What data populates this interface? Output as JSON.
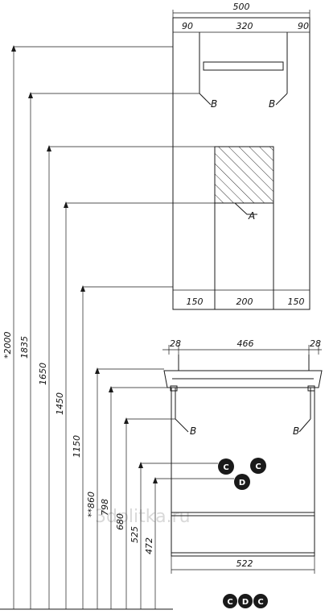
{
  "mirror_dims": {
    "total": "500",
    "left": "90",
    "middle": "320",
    "right": "90"
  },
  "panel_dims": {
    "left": "150",
    "middle": "200",
    "right": "150"
  },
  "cabinet_dims": {
    "left": "28",
    "middle": "466",
    "right": "28",
    "bottom": "522"
  },
  "heights": [
    "*2000",
    "1835",
    "1650",
    "1450",
    "1150",
    "**860",
    "798",
    "680",
    "525",
    "472"
  ],
  "labels": {
    "a": "A",
    "b": "B",
    "c": "C",
    "d": "D"
  },
  "watermark": "3dplitka.ru",
  "colors": {
    "line": "#1a1a1a",
    "marker": "#1a1a1a",
    "watermark": "#d9d9d9"
  }
}
